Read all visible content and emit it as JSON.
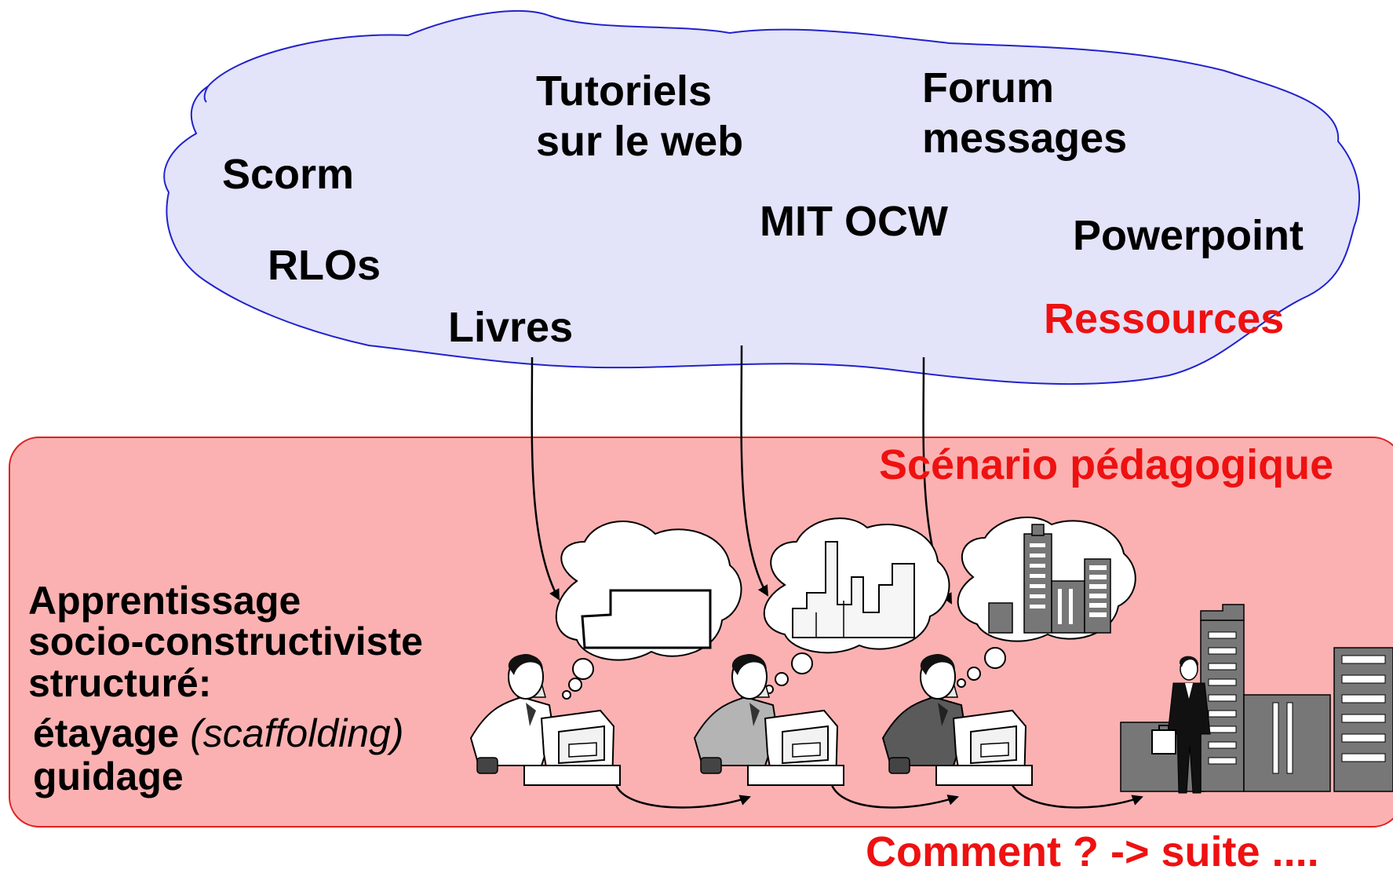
{
  "cloud": {
    "items": {
      "tutoriels": "Tutoriels\nsur le web",
      "forum": "Forum\nmessages",
      "scorm": "Scorm",
      "rlos": "RLOs",
      "mit": "MIT OCW",
      "powerpoint": "Powerpoint",
      "livres": "Livres"
    },
    "label": "Ressources"
  },
  "scenario": {
    "title": "Scénario pédagogique",
    "heading_line1": "Apprentissage",
    "heading_line2": "socio-constructiviste",
    "heading_line3": "structuré:",
    "etayage": "étayage",
    "scaffolding": "(scaffolding)",
    "guidage": "guidage"
  },
  "footer": {
    "next": "Comment ? -> suite ...."
  },
  "colors": {
    "cloud_fill": "#e3e3f9",
    "cloud_stroke": "#2222cc",
    "scenario_fill": "#fbb1b1",
    "scenario_stroke": "#e02020",
    "accent_red": "#ee1111"
  }
}
